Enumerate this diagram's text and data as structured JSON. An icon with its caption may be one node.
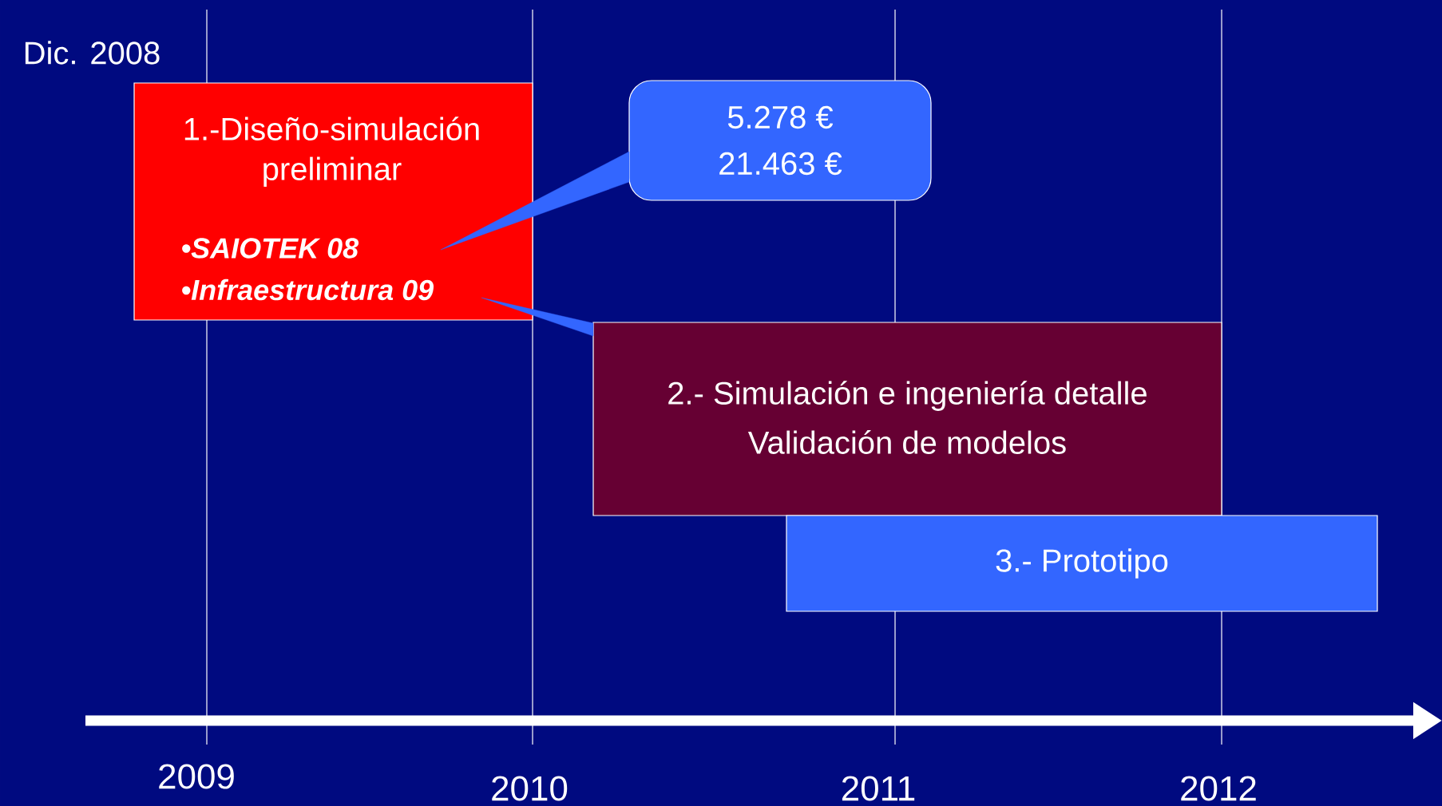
{
  "diagram": {
    "nodes": [
      {
        "text": [
          "1.-Diseño-simulación preliminar",
          "•SAIOTEK  08",
          "•Infraestructura 09"
        ]
      },
      {
        "text": [
          "5.278 €",
          "21.463 €"
        ]
      },
      {
        "text": [
          "2.- Simulación e ingeniería detalle",
          "Validación de modelos"
        ]
      },
      {
        "text": [
          "3.- Prototipo"
        ]
      }
    ],
    "edges": [
      {
        "from": 1,
        "to": 0,
        "arrow": "none"
      },
      {
        "from": 2,
        "to": 0,
        "arrow": "none"
      }
    ],
    "labels": [
      "Dic. 2008",
      "2009",
      "2010",
      "2011",
      "2012"
    ]
  }
}
